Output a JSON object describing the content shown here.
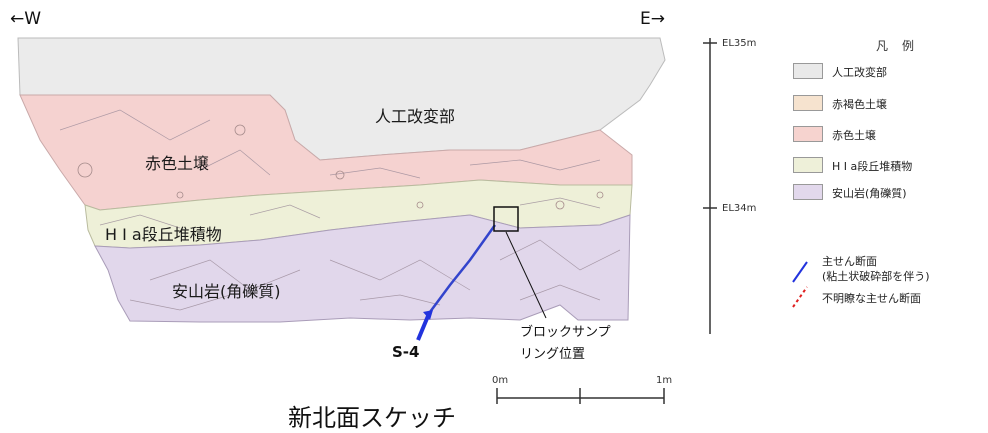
{
  "header": {
    "west": "←W",
    "east": "E→"
  },
  "zones": {
    "artificial": "人工改変部",
    "red_soil": "赤色土壌",
    "terrace": "H I a段丘堆積物",
    "andesite": "安山岩(角礫質)"
  },
  "callout": {
    "line1": "ブロックサンプ",
    "line2": "リング位置"
  },
  "fault_id": "S-4",
  "elevation": {
    "el35": "EL35m",
    "el34": "EL34m"
  },
  "scale": {
    "zero": "0m",
    "one": "1m"
  },
  "title": "新北面スケッチ",
  "legend": {
    "title": "凡例",
    "items": [
      {
        "label": "人工改変部",
        "color": "#e9e9e9"
      },
      {
        "label": "赤褐色土壌",
        "color": "#f6e3cf"
      },
      {
        "label": "赤色土壌",
        "color": "#f6d3cf"
      },
      {
        "label": "H I a段丘堆積物",
        "color": "#eef0d9"
      },
      {
        "label": "安山岩(角礫質)",
        "color": "#e2d8ec"
      }
    ]
  },
  "fault_legend": {
    "main_1": "主せん断面",
    "main_2": "(粘土状破砕部を伴う)",
    "unclear": "不明瞭な主せん断面",
    "main_color": "#2233dd",
    "unclear_color": "#e02020"
  }
}
